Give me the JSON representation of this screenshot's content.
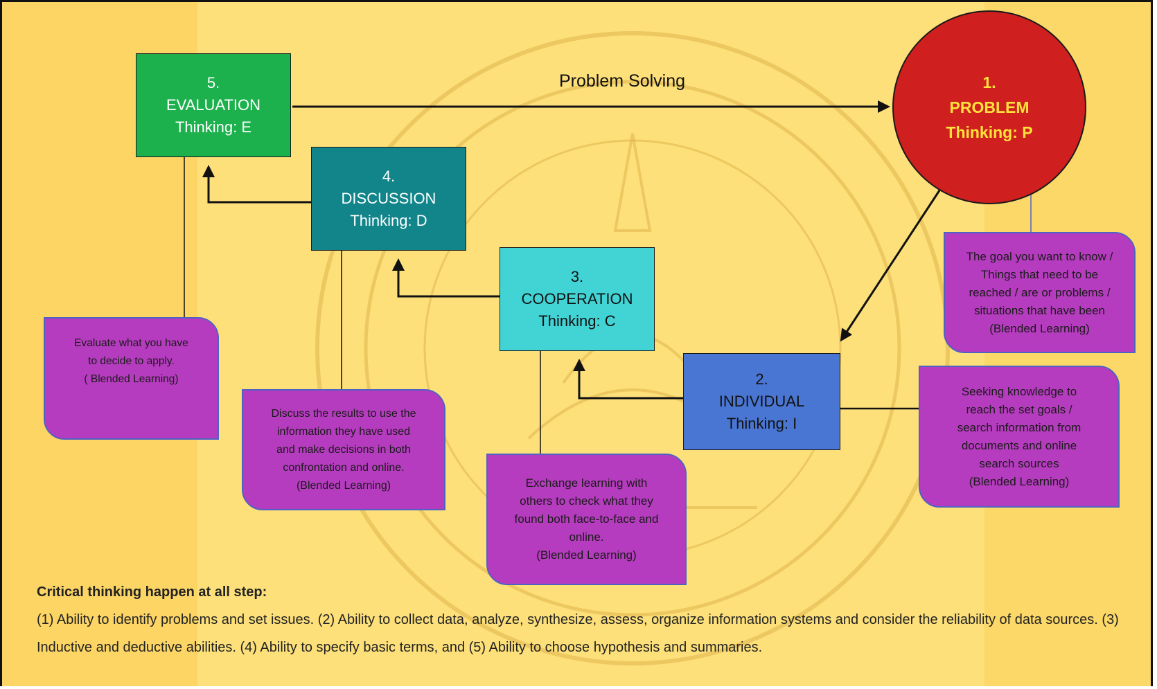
{
  "diagram": {
    "flow_label": "Problem Solving",
    "nodes": {
      "problem": {
        "num": "1.",
        "name": "PROBLEM",
        "thinking": "Thinking: P"
      },
      "individual": {
        "num": "2.",
        "name": "INDIVIDUAL",
        "thinking": "Thinking: I"
      },
      "cooperation": {
        "num": "3.",
        "name": "COOPERATION",
        "thinking": "Thinking: C"
      },
      "discussion": {
        "num": "4.",
        "name": "DISCUSSION",
        "thinking": "Thinking: D"
      },
      "evaluation": {
        "num": "5.",
        "name": "EVALUATION",
        "thinking": "Thinking: E"
      }
    },
    "notes": {
      "problem": [
        "The goal you want to know /",
        "Things that need to be",
        "reached / are or problems /",
        "situations that have been",
        "(Blended Learning)"
      ],
      "individual": [
        "Seeking knowledge to",
        "reach the set goals /",
        "search information from",
        "documents and online",
        "search sources",
        "(Blended Learning)"
      ],
      "cooperation": [
        "Exchange learning with",
        "others to check what they",
        "found both face-to-face and",
        "online.",
        "(Blended Learning)"
      ],
      "discussion": [
        "Discuss the results to use the",
        "information they have used",
        "and make decisions in both",
        "confrontation and online.",
        "(Blended Learning)"
      ],
      "evaluation": [
        "Evaluate what you have",
        "to decide to apply.",
        "( Blended Learning)"
      ]
    }
  },
  "footer": {
    "title": "Critical thinking happen at all step:",
    "body": "(1) Ability to identify problems and set issues. (2) Ability to collect data, analyze, synthesize, assess, organize information systems and consider the reliability of data sources. (3) Inductive and deductive abilities. (4) Ability to specify basic terms, and (5) Ability to choose hypothesis and summaries."
  },
  "colors": {
    "background": "#fde07a",
    "evaluation": "#1db14e",
    "discussion": "#11858a",
    "cooperation": "#42d3d5",
    "individual": "#4a76d3",
    "problem": "#cf1f1f",
    "problem_text": "#ffe23a",
    "note_fill": "#b63cbf",
    "note_border": "#4f62c4"
  }
}
